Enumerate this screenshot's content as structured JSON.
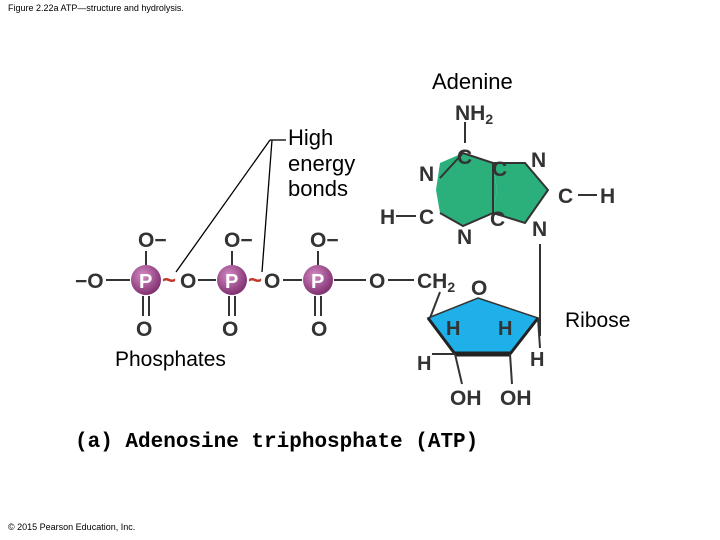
{
  "figure_caption": "Figure 2.22a ATP—structure and hydrolysis.",
  "copyright": "© 2015 Pearson Education, Inc.",
  "labels": {
    "adenine": "Adenine",
    "high_energy_1": "High",
    "high_energy_2": "energy",
    "high_energy_3": "bonds",
    "ribose": "Ribose",
    "phosphates": "Phosphates",
    "atp_title": "(a) Adenosine triphosphate (ATP)"
  },
  "atoms": {
    "nh2": "NH",
    "nh2_sub": "2",
    "c": "C",
    "n": "N",
    "h": "H",
    "p": "P",
    "o": "O",
    "o_minus": "O−",
    "minus_o": "−O",
    "tilde": "~",
    "ch2": "CH",
    "ch2_sub": "2",
    "oh": "OH"
  },
  "colors": {
    "adenine_fill": "#2bb07c",
    "ribose_fill": "#1fb0ea",
    "phosphate_fill": "#8c3a7c",
    "bond_color": "#333333",
    "high_energy_tilde": "#c0392b"
  }
}
